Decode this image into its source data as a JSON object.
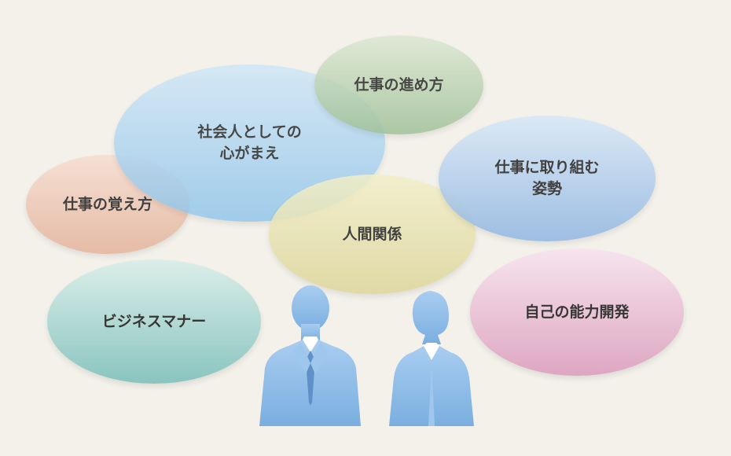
{
  "bubbles": {
    "oboe": "仕事の覚え方",
    "kokoro": "社会人としての\n心がまえ",
    "susume": "仕事の進め方",
    "ningen": "人間関係",
    "shisei": "仕事に取り組む\n姿勢",
    "manner": "ビジネスマナー",
    "kaihatsu": "自己の能力開発"
  },
  "colors": {
    "background": "#f3f1ea",
    "people": "#8fbbe6",
    "tie": "#5f90c8"
  }
}
